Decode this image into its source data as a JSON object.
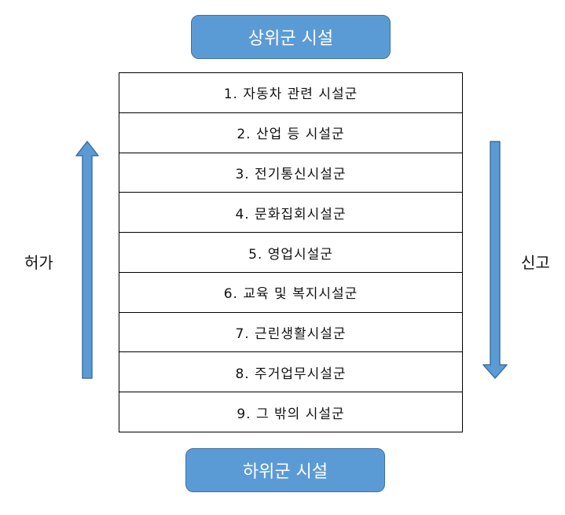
{
  "top_box": {
    "label": "상위군 시설"
  },
  "bottom_box": {
    "label": "하위군 시설"
  },
  "rows": [
    "1. 자동차 관련 시설군",
    "2. 산업 등 시설군",
    "3. 전기통신시설군",
    "4. 문화집회시설군",
    "5. 영업시설군",
    "6. 교육 및 복지시설군",
    "7. 근린생활시설군",
    "8. 주거업무시설군",
    "9. 그 밖의 시설군"
  ],
  "left_label": "허가",
  "right_label": "신고",
  "colors": {
    "box_fill": "#5b9bd5",
    "arrow_fill": "#5b9bd5"
  }
}
